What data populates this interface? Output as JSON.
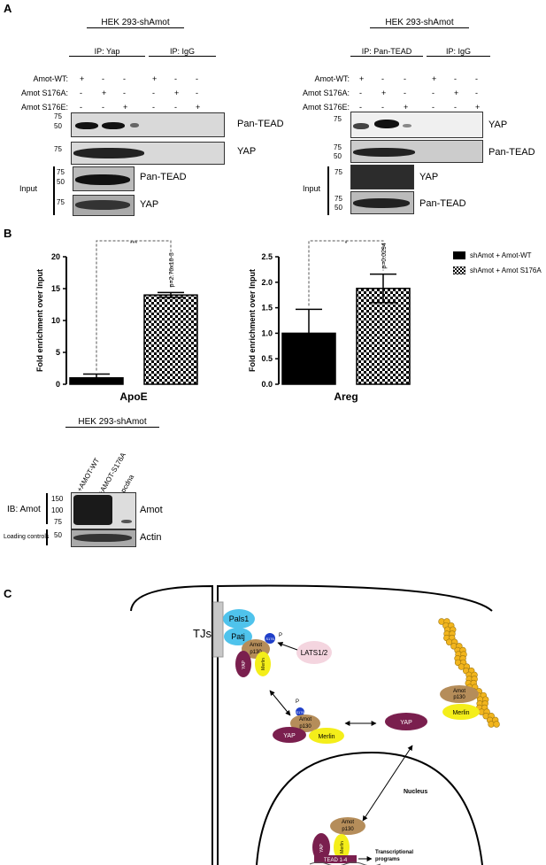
{
  "panels": {
    "a": "A",
    "b": "B",
    "c": "C"
  },
  "panelA": {
    "left": {
      "title": "HEK 293-shAmot",
      "ip1": "IP: Yap",
      "ip2": "IP: IgG",
      "rows": [
        {
          "label": "Amot-WT:",
          "signs": [
            "+",
            "-",
            "-",
            "+",
            "-",
            "-"
          ]
        },
        {
          "label": "Amot S176A:",
          "signs": [
            "-",
            "+",
            "-",
            "-",
            "+",
            "-"
          ]
        },
        {
          "label": "Amot S176E:",
          "signs": [
            "-",
            "-",
            "+",
            "-",
            "-",
            "+"
          ]
        }
      ],
      "blots": [
        {
          "name": "Pan-TEAD",
          "markers": [
            "75",
            "50"
          ]
        },
        {
          "name": "YAP",
          "markers": [
            "75"
          ]
        },
        {
          "name": "Pan-TEAD",
          "markers": [
            "75",
            "50"
          ]
        },
        {
          "name": "YAP",
          "markers": [
            "75"
          ]
        }
      ],
      "input": "Input"
    },
    "right": {
      "title": "HEK 293-shAmot",
      "ip1": "IP: Pan-TEAD",
      "ip2": "IP: IgG",
      "rows": [
        {
          "label": "Amot-WT:",
          "signs": [
            "+",
            "-",
            "-",
            "+",
            "-",
            "-"
          ]
        },
        {
          "label": "Amot S176A:",
          "signs": [
            "-",
            "+",
            "-",
            "-",
            "+",
            "-"
          ]
        },
        {
          "label": "Amot S176E:",
          "signs": [
            "-",
            "-",
            "+",
            "-",
            "-",
            "+"
          ]
        }
      ],
      "blots": [
        {
          "name": "YAP",
          "markers": [
            "75"
          ]
        },
        {
          "name": "Pan-TEAD",
          "markers": [
            "75",
            "50"
          ]
        },
        {
          "name": "YAP",
          "markers": [
            "75"
          ]
        },
        {
          "name": "Pan-TEAD",
          "markers": [
            "75",
            "50"
          ]
        }
      ],
      "input": "Input"
    }
  },
  "chart_data": [
    {
      "type": "bar",
      "categories": [
        "shAmot + Amot-WT",
        "shAmot + Amot S176A"
      ],
      "values": [
        1.0,
        14.0
      ],
      "errors": [
        0.6,
        0.4
      ],
      "xlabel": "ApoE",
      "ylabel": "Fold enrichment over Input",
      "ylim": [
        0,
        20
      ],
      "yticks": [
        "0",
        "5",
        "10",
        "15",
        "20"
      ],
      "significance": "***",
      "pvalue": "p=2.76x10-3"
    },
    {
      "type": "bar",
      "categories": [
        "shAmot + Amot-WT",
        "shAmot + Amot S176A"
      ],
      "values": [
        1.0,
        1.88
      ],
      "errors": [
        0.47,
        0.28
      ],
      "xlabel": "Areg",
      "ylabel": "Fold enrichment over Input",
      "ylim": [
        0,
        2.5
      ],
      "yticks": [
        "0.0",
        "0.5",
        "1.0",
        "1.5",
        "2.0",
        "2.5"
      ],
      "significance": "*",
      "pvalue": "p=0.0294"
    }
  ],
  "legend": [
    {
      "label": "shAmot + Amot-WT",
      "color": "#000000",
      "pattern": "solid"
    },
    {
      "label": "shAmot + Amot S176A",
      "color": "#000000",
      "pattern": "checker"
    }
  ],
  "amotBlot": {
    "title": "HEK 293-shAmot",
    "lanes": [
      "+AMOT-WT",
      "+AMOT-S176A",
      "+pcdna"
    ],
    "ib": "IB: Amot",
    "loading": "Loading controls",
    "markersTop": [
      "150",
      "100",
      "75"
    ],
    "markersBottom": [
      "50"
    ],
    "names": [
      "Amot",
      "Actin"
    ]
  },
  "panelC": {
    "tjs": "TJs",
    "pals1": "Pals1",
    "patj": "Patj",
    "amot": "Amot",
    "p130": "p130",
    "s176": "S176",
    "p": "P",
    "lats": "LATS1/2",
    "yap": "YAP",
    "merlin": "Merlin",
    "nucleus": "Nucleus",
    "tead": "TEAD 1-4",
    "transcriptional": "Transcriptional",
    "programs": "programs",
    "colors": {
      "cyan": "#4fc3ec",
      "blue": "#1f3fc9",
      "tan": "#b58d5a",
      "maroon": "#7a1f4e",
      "yellow": "#f4ee1a",
      "lats": "#f4d5df",
      "actin": "#f2b51d"
    }
  }
}
